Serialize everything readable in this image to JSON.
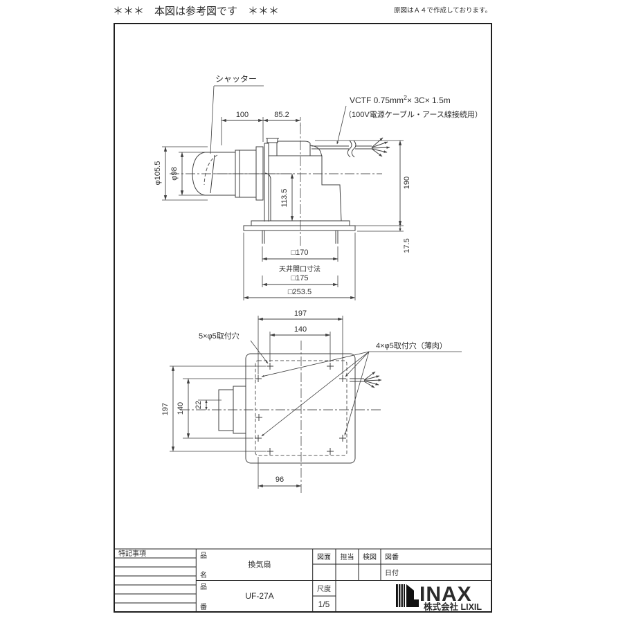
{
  "colors": {
    "line": "#3f3f3f",
    "frame": "#1f1f1f",
    "text": "#2b2b2b",
    "paper": "#ffffff"
  },
  "notes": {
    "reference": "＊＊＊　本図は参考図です　＊＊＊",
    "origin": "原図はＡ４で作成しております。"
  },
  "side_view": {
    "shutter_label": "シャッター",
    "cable_spec_main": "VCTF 0.75mm",
    "cable_spec_sup": "2",
    "cable_spec_tail": "× 3C× 1.5m",
    "cable_usage": "（100V電源ケーブル・アース線接続用）",
    "dim_100": "100",
    "dim_85_2": "85.2",
    "dim_phi105_5": "φ105.5",
    "dim_phi98": "φ98",
    "dim_113_5": "113.5",
    "dim_190": "190",
    "dim_17_5": "17.5",
    "dim_sq170": "□170",
    "ceiling_opening_label": "天井開口寸法",
    "dim_sq175": "□175",
    "dim_sq253_5": "□253.5"
  },
  "bottom_view": {
    "dim_top_197": "197",
    "dim_top_140": "140",
    "dim_left_197": "197",
    "dim_left_140": "140",
    "dim_22": "22",
    "dim_96": "96",
    "holes5_label": "5×φ5取付穴",
    "holes4_label": "4×φ5取付穴（薄肉）"
  },
  "title_block": {
    "notes_label": "特記事項",
    "name_label_top": "品",
    "name_label_bottom": "名",
    "name_value": "換気扇",
    "number_label_top": "品",
    "number_label_bottom": "番",
    "number_value": "UF-27A",
    "drawing_label": "図面",
    "scale_label": "尺度",
    "scale_value": "1/5",
    "charge_label": "担当",
    "check_label": "検図",
    "drawing_no_label": "図番",
    "date_label": "日付",
    "logo_text": "INAX",
    "company": "株式会社 LIXIL"
  }
}
